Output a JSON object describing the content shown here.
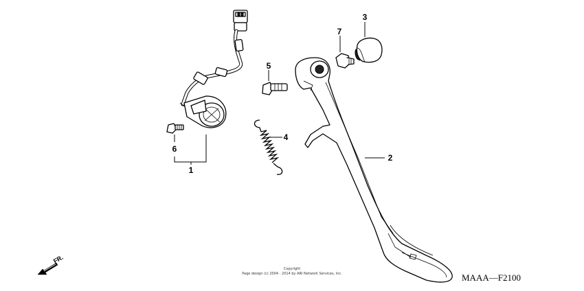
{
  "diagram": {
    "callouts": {
      "c1": "1",
      "c2": "2",
      "c3": "3",
      "c4": "4",
      "c5": "5",
      "c6": "6",
      "c7": "7"
    },
    "direction_label": "FR.",
    "diagram_code": "MAAA—F2100",
    "copyright_line1": "Copyright",
    "copyright_line2": "Page design (c) 2004 - 2014 by ARI Network Services, Inc."
  }
}
